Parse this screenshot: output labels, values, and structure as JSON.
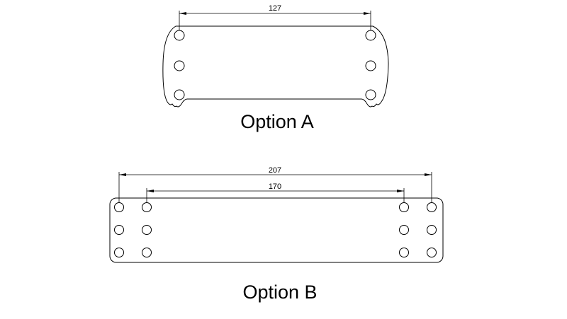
{
  "option_a": {
    "caption": "Option A",
    "dimension": "127"
  },
  "option_b": {
    "caption": "Option B",
    "dimension_outer": "207",
    "dimension_inner": "170"
  }
}
